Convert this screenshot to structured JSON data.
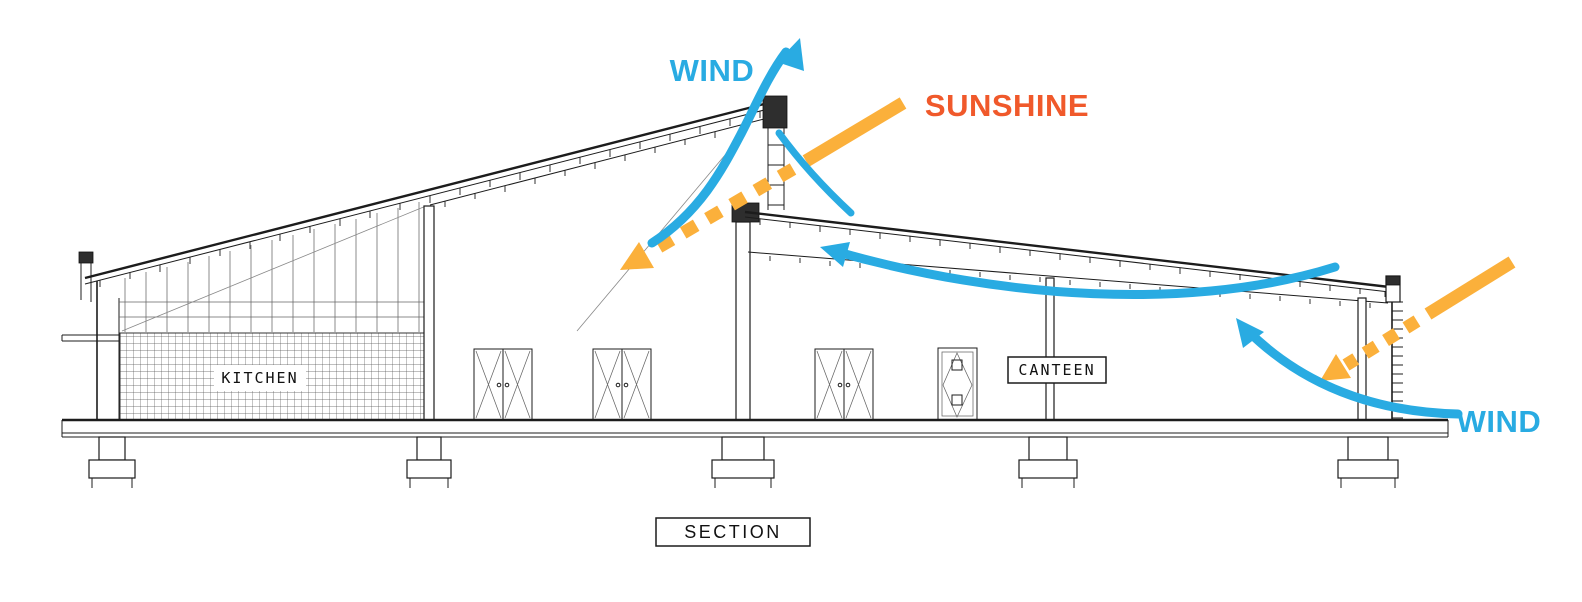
{
  "diagram": {
    "section_label": "SECTION",
    "rooms": {
      "kitchen": "KITCHEN",
      "canteen": "CANTEEN"
    },
    "annotations": {
      "wind_top": "WIND",
      "wind_right": "WIND",
      "sunshine": "SUNSHINE"
    },
    "colors": {
      "wind_blue": "#29ABE2",
      "sunshine_orange": "#F0592B",
      "sun_yellow": "#FBB03B",
      "drawing_line": "#1c1c1c"
    }
  }
}
